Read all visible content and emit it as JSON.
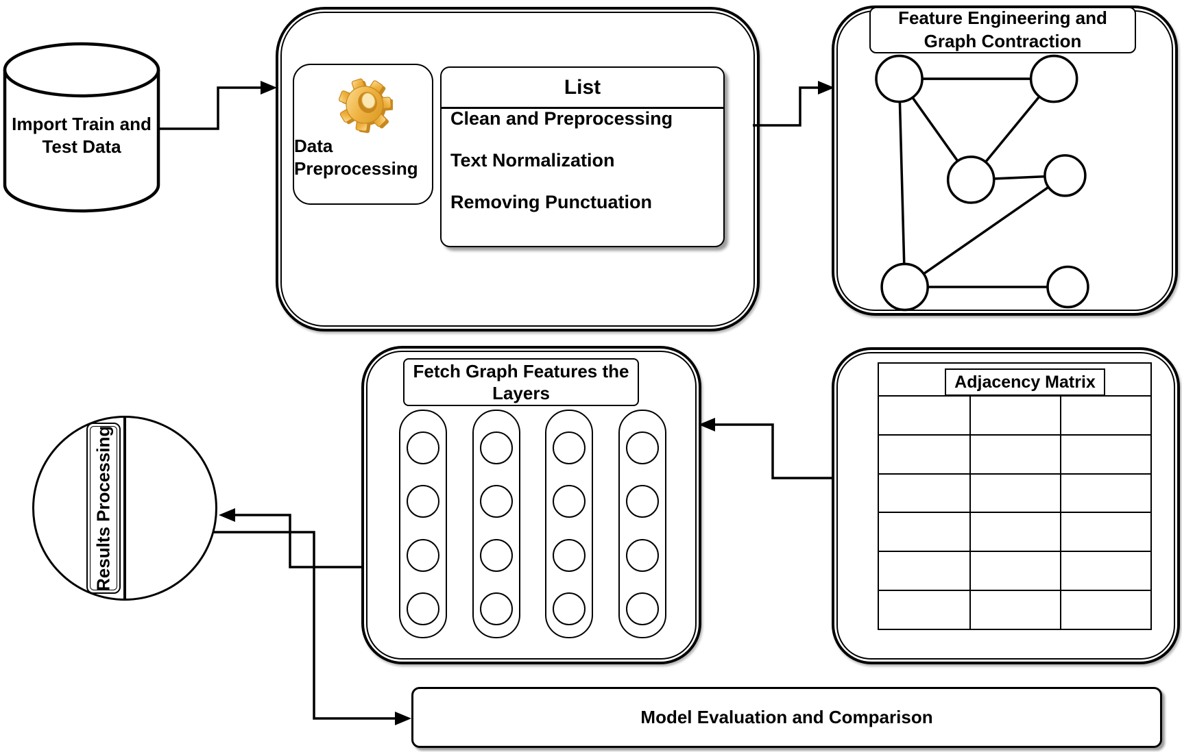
{
  "cylinder": {
    "icon": "database-cylinder-icon",
    "label": "Import Train and Test Data"
  },
  "preprocessing": {
    "box_label": "Data Preprocessing",
    "icon": "gear-icon",
    "list": {
      "title": "List",
      "items": [
        "Clean and Preprocessing",
        "Text Normalization",
        "Removing Punctuation"
      ]
    }
  },
  "feature_engineering": {
    "title": "Feature Engineering and Graph Contraction",
    "graph": {
      "node_count": 6,
      "edge_count": 7,
      "edges": [
        [
          "top-left",
          "top-right"
        ],
        [
          "top-left",
          "center"
        ],
        [
          "top-right",
          "center"
        ],
        [
          "center",
          "mid-right"
        ],
        [
          "top-left",
          "bottom-left"
        ],
        [
          "bottom-left",
          "mid-right"
        ],
        [
          "bottom-left",
          "bottom-right"
        ]
      ]
    }
  },
  "adjacency_matrix": {
    "title": "Adjacency Matrix",
    "columns": 3,
    "rows": 6
  },
  "fetch_features": {
    "title": "Fetch Graph Features the Layers",
    "layers": 4,
    "nodes_per_layer": 4
  },
  "results": {
    "label": "Results Processing"
  },
  "model_evaluation": {
    "label": "Model Evaluation and Comparison"
  },
  "colors": {
    "stroke": "#000000",
    "background": "#ffffff",
    "gear_light": "#fbdf96",
    "gear_mid": "#f0b445",
    "gear_dark": "#c8881f",
    "shadow": "#9c9c9c"
  }
}
